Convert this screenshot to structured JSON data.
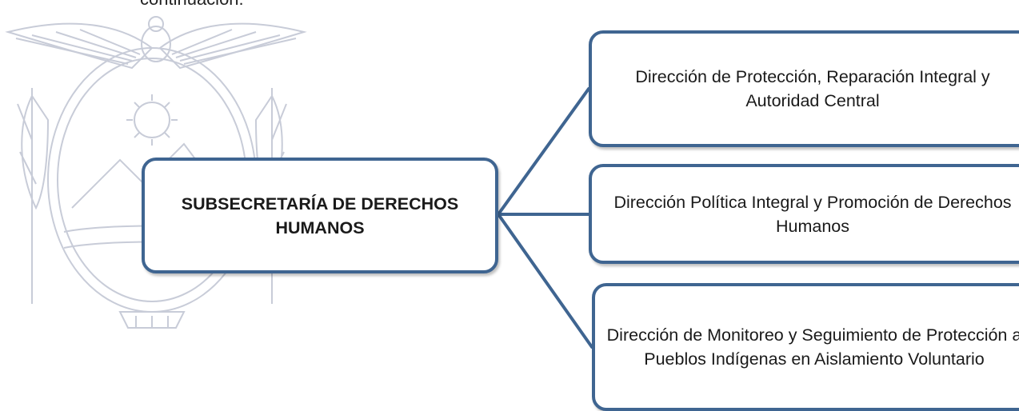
{
  "top_text": "continuación:",
  "diagram": {
    "root": {
      "label": "SUBSECRETARÍA DE DERECHOS HUMANOS"
    },
    "children": [
      {
        "label": "Dirección de Protección, Reparación Integral y Autoridad Central"
      },
      {
        "label": "Dirección Política Integral y Promoción de Derechos Humanos"
      },
      {
        "label": "Dirección de Monitoreo y Seguimiento de Protección a Pueblos Indígenas en Aislamiento Voluntario"
      }
    ]
  },
  "colors": {
    "box_border": "#3f6591",
    "connector": "#3f6591",
    "watermark": "#c8ccd8"
  }
}
